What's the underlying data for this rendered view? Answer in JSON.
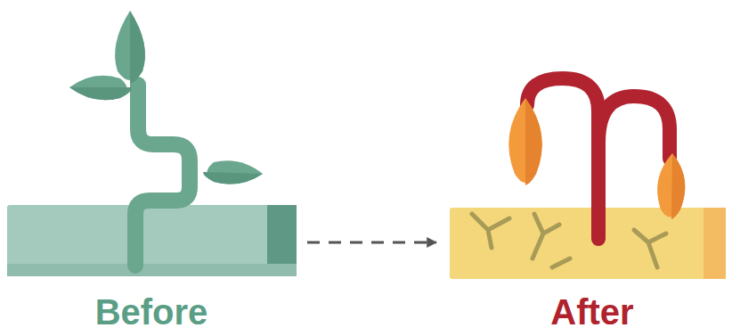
{
  "diagram": {
    "nodes": [
      {
        "text": [
          "Before"
        ]
      },
      {
        "text": [
          "After"
        ]
      }
    ],
    "edges": [
      {
        "from": 0,
        "to": 1,
        "arrow": "to"
      }
    ]
  }
}
